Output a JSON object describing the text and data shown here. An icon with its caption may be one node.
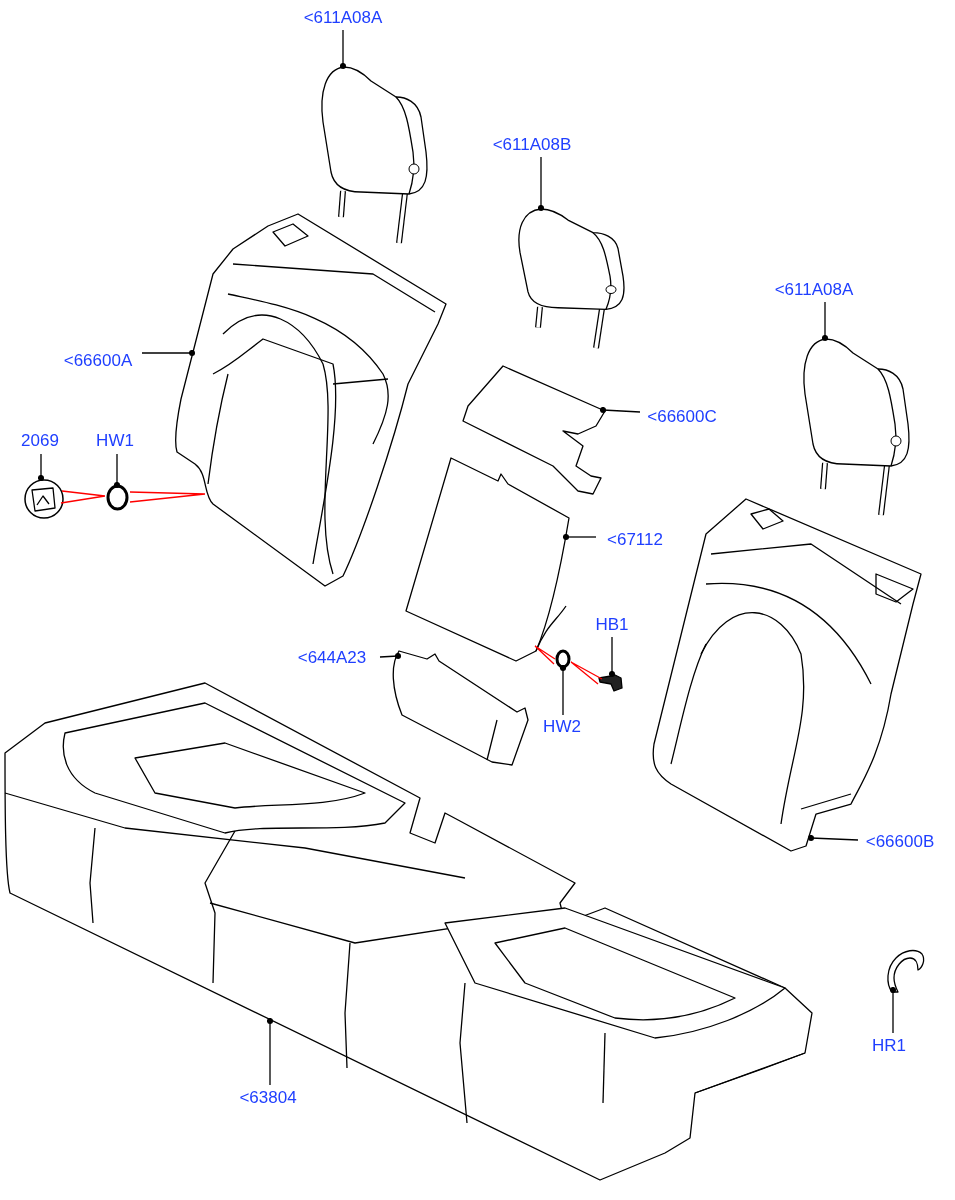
{
  "diagram": {
    "nodes": [
      {
        "text": [
          "<611A08A"
        ]
      },
      {
        "text": [],
        "shape": "picture"
      },
      {
        "text": [
          "<611A08B"
        ]
      },
      {
        "text": [],
        "shape": "picture"
      },
      {
        "text": [
          "<611A08A"
        ]
      },
      {
        "text": [],
        "shape": "picture"
      },
      {
        "text": [
          "<66600A"
        ]
      },
      {
        "text": [],
        "shape": "picture"
      },
      {
        "text": [
          "<66600C"
        ]
      },
      {
        "text": [],
        "shape": "picture"
      },
      {
        "text": [
          "2069"
        ]
      },
      {
        "text": [],
        "shape": "picture"
      },
      {
        "text": [
          "HW1"
        ]
      },
      {
        "text": [],
        "shape": "circle"
      },
      {
        "text": [
          "<67112"
        ]
      },
      {
        "text": [],
        "shape": "picture"
      },
      {
        "text": [
          "<644A23"
        ]
      },
      {
        "text": [],
        "shape": "picture"
      },
      {
        "text": [
          "HB1"
        ]
      },
      {
        "text": [],
        "shape": "picture"
      },
      {
        "text": [
          "HW2"
        ]
      },
      {
        "text": [],
        "shape": "circle"
      },
      {
        "text": [
          "<66600B"
        ]
      },
      {
        "text": [],
        "shape": "picture"
      },
      {
        "text": [
          "HR1"
        ]
      },
      {
        "text": [],
        "shape": "picture"
      },
      {
        "text": [
          "<63804"
        ]
      },
      {
        "text": [],
        "shape": "picture"
      }
    ],
    "edges": [
      {
        "from": 0,
        "to": 1,
        "arrow": "other"
      },
      {
        "from": 2,
        "to": 3,
        "arrow": "other"
      },
      {
        "from": 4,
        "to": 5,
        "arrow": "other"
      },
      {
        "from": 6,
        "to": 7,
        "arrow": "other"
      },
      {
        "from": 8,
        "to": 9,
        "arrow": "other"
      },
      {
        "from": 10,
        "to": 11,
        "arrow": "other"
      },
      {
        "from": 12,
        "to": 13,
        "arrow": "other"
      },
      {
        "from": 14,
        "to": 15,
        "arrow": "other"
      },
      {
        "from": 16,
        "to": 17,
        "arrow": "other"
      },
      {
        "from": 18,
        "to": 19,
        "arrow": "other"
      },
      {
        "from": 20,
        "to": 21,
        "arrow": "other"
      },
      {
        "from": 22,
        "to": 23,
        "arrow": "other"
      },
      {
        "from": 24,
        "to": 25,
        "arrow": "other"
      },
      {
        "from": 26,
        "to": 27,
        "arrow": "other"
      },
      {
        "from": 11,
        "to": 13,
        "arrow": "none",
        "color": "#ff0000"
      },
      {
        "from": 13,
        "to": 7,
        "arrow": "none",
        "color": "#ff0000"
      },
      {
        "from": 19,
        "to": 21,
        "arrow": "none",
        "color": "#ff0000"
      },
      {
        "from": 21,
        "to": 15,
        "arrow": "none",
        "color": "#ff0000"
      }
    ]
  }
}
